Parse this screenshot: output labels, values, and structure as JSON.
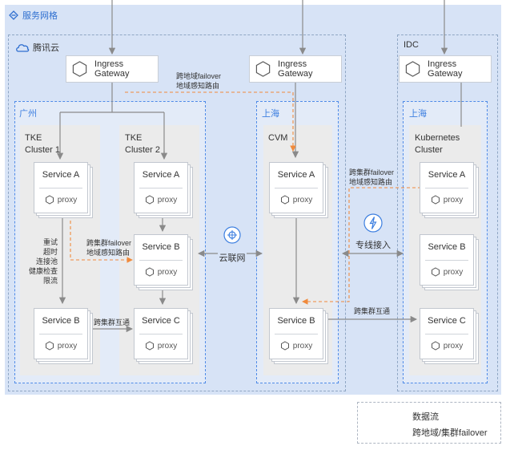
{
  "mesh": {
    "title": "服务网格"
  },
  "tencent_cloud": {
    "title": "腾讯云"
  },
  "idc": {
    "title": "IDC"
  },
  "gateways": {
    "label": "Ingress Gateway"
  },
  "regions": {
    "guangzhou": "广州",
    "shanghai_cloud": "上海",
    "shanghai_idc": "上海"
  },
  "clusters": {
    "tke1": {
      "line1": "TKE",
      "line2": "Cluster 1"
    },
    "tke2": {
      "line1": "TKE",
      "line2": "Cluster 2"
    },
    "cvm": {
      "line1": "CVM"
    },
    "k8s": {
      "line1": "Kubernetes",
      "line2": "Cluster"
    }
  },
  "services": {
    "a": "Service A",
    "b": "Service B",
    "c": "Service C",
    "proxy": "proxy"
  },
  "annotations": {
    "cross_region_1": "跨地域failover",
    "cross_region_2": "地域感知路由",
    "cross_cluster_1": "跨集群failover",
    "cross_cluster_2": "地域感知路由",
    "idc_failover_1": "跨集群failover",
    "idc_failover_2": "地域感知路由",
    "resilience": [
      "重试",
      "超时",
      "连接池",
      "健康检查",
      "限流"
    ],
    "interconnect_1": "跨集群互通",
    "interconnect_2": "跨集群互通",
    "ccn": "云联网",
    "dedicated_line": "专线接入"
  },
  "legend": {
    "data_flow": "数据流",
    "failover": "跨地域/集群failover"
  },
  "colors": {
    "accent": "#2f6fd0",
    "failover": "#f08a3c",
    "arrow": "#888888"
  }
}
